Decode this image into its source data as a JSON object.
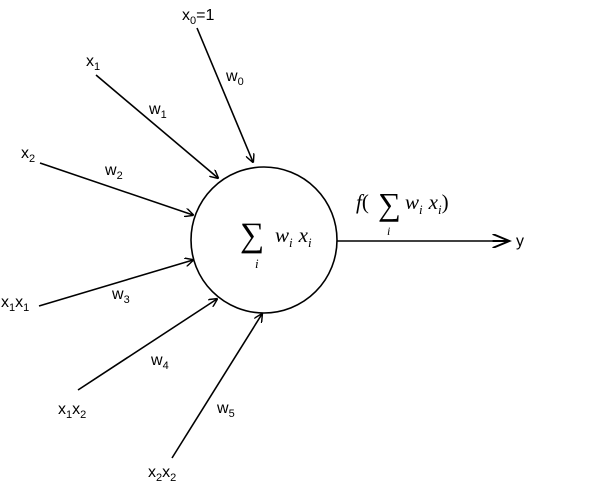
{
  "diagram": {
    "inputs": [
      {
        "id": "x0",
        "base": "x",
        "sub": "0",
        "suffix": "=1"
      },
      {
        "id": "x1",
        "base": "x",
        "sub": "1",
        "suffix": ""
      },
      {
        "id": "x2",
        "base": "x",
        "sub": "2",
        "suffix": ""
      },
      {
        "id": "x1x1",
        "base": "x",
        "sub": "1",
        "base2": "x",
        "sub2": "1"
      },
      {
        "id": "x1x2",
        "base": "x",
        "sub": "1",
        "base2": "x",
        "sub2": "2"
      },
      {
        "id": "x2x2",
        "base": "x",
        "sub": "2",
        "base2": "x",
        "sub2": "2"
      }
    ],
    "weights": [
      {
        "base": "w",
        "sub": "0"
      },
      {
        "base": "w",
        "sub": "1"
      },
      {
        "base": "w",
        "sub": "2"
      },
      {
        "base": "w",
        "sub": "3"
      },
      {
        "base": "w",
        "sub": "4"
      },
      {
        "base": "w",
        "sub": "5"
      }
    ],
    "neuron": {
      "sum_symbol": "∑",
      "index": "i",
      "w": "w",
      "x": "x",
      "sub_i": "i"
    },
    "activation": {
      "f": "f",
      "open_paren": "(",
      "sum_symbol": "∑",
      "index": "i",
      "w": "w",
      "x": "x",
      "sub_i": "i",
      "close_paren": ")"
    },
    "output": {
      "label": "y"
    }
  }
}
